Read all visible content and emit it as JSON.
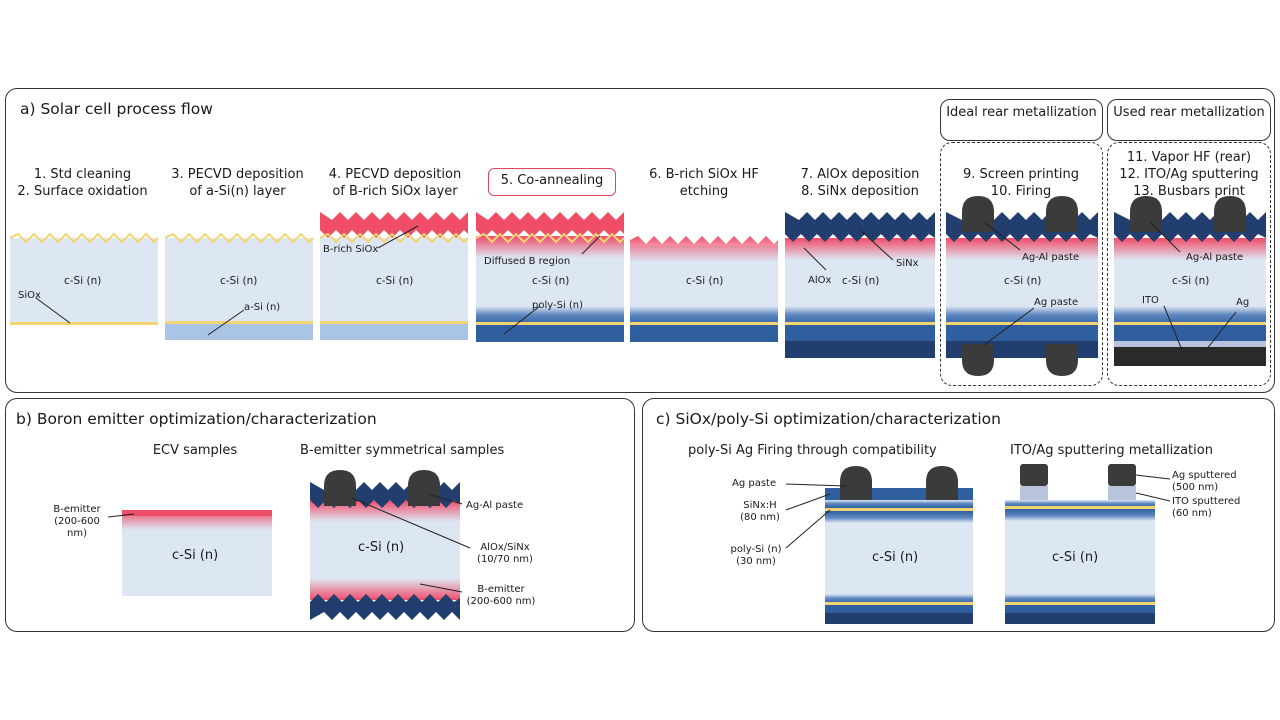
{
  "panel_a": {
    "title": "a) Solar cell process flow",
    "header_ideal": "Ideal rear metallization",
    "header_used": "Used rear metallization",
    "steps": [
      "1. Std cleaning\n2. Surface oxidation",
      "3. PECVD deposition\nof a-Si(n) layer",
      "4. PECVD deposition\nof B-rich SiOx layer",
      "5. Co-annealing",
      "6. B-rich SiOx HF\netching",
      "7. AlOx deposition\n8. SiNx deposition",
      "9. Screen printing\n10. Firing",
      "11. Vapor HF (rear)\n12. ITO/Ag sputtering\n13. Busbars print"
    ],
    "labels": {
      "csi": "c-Si (n)",
      "siox": "SiOx",
      "asi": "a-Si (n)",
      "brich": "B-rich SiOx",
      "diffused": "Diffused B region",
      "polysi": "poly-Si (n)",
      "alox": "AlOx",
      "sinx": "SiNx",
      "agal": "Ag-Al paste",
      "agpaste": "Ag paste",
      "ito": "ITO",
      "ag": "Ag"
    }
  },
  "panel_b": {
    "title": "b) Boron emitter optimization/characterization",
    "ecv_title": "ECV samples",
    "sym_title": "B-emitter symmetrical samples",
    "bemitter": "B-emitter\n(200-600 nm)",
    "csi": "c-Si (n)",
    "agal": "Ag-Al paste",
    "aloxsinx": "AlOx/SiNx\n(10/70 nm)",
    "bemitter2": "B-emitter\n(200-600 nm)"
  },
  "panel_c": {
    "title": "c) SiOx/poly-Si optimization/characterization",
    "left_title": "poly-Si Ag Firing through compatibility",
    "right_title": "ITO/Ag sputtering metallization",
    "agpaste": "Ag paste",
    "sinxh": "SiNx:H\n(80 nm)",
    "polysi": "poly-Si (n)\n(30 nm)",
    "csi": "c-Si (n)",
    "agsputtered": "Ag sputtered\n(500 nm)",
    "itosputtered": "ITO sputtered\n(60 nm)"
  },
  "colors": {
    "csi": "#dde7f3",
    "siox": "#f3d472",
    "asi": "#a9c4e4",
    "brich": "#ef4d68",
    "polysi": "#2f5f9e",
    "sinx": "#223e6e",
    "paste": "#3b3b3b",
    "ito": "#b8c4dc",
    "frame": "#333333",
    "highlight": "#e0455c"
  },
  "icons": [
    "zigzag-texture",
    "paste-dome",
    "leader-line"
  ]
}
